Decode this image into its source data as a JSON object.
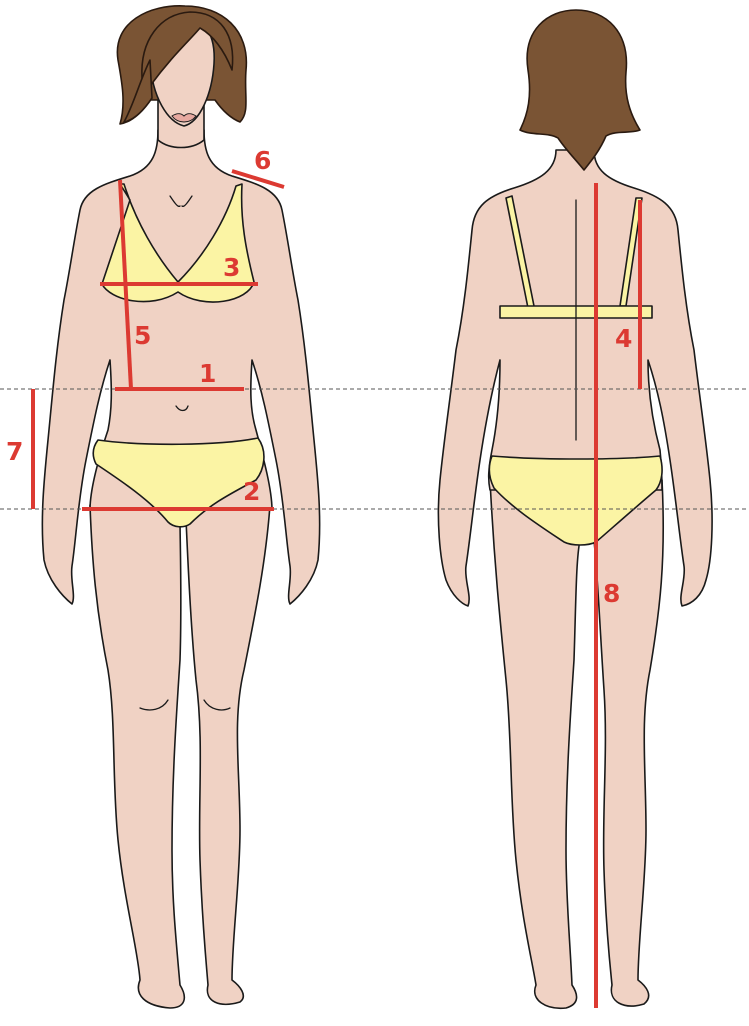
{
  "diagram": {
    "measurement_color": "#dc3a32",
    "swimsuit_color": "#fbf4a4",
    "skin_color": "#f0d2c4",
    "hair_color": "#7a5434",
    "labels": {
      "waist": "1",
      "hip": "2",
      "bust": "3",
      "back_length": "4",
      "front_length": "5",
      "shoulder": "6",
      "hip_depth": "7",
      "height": "8"
    }
  }
}
